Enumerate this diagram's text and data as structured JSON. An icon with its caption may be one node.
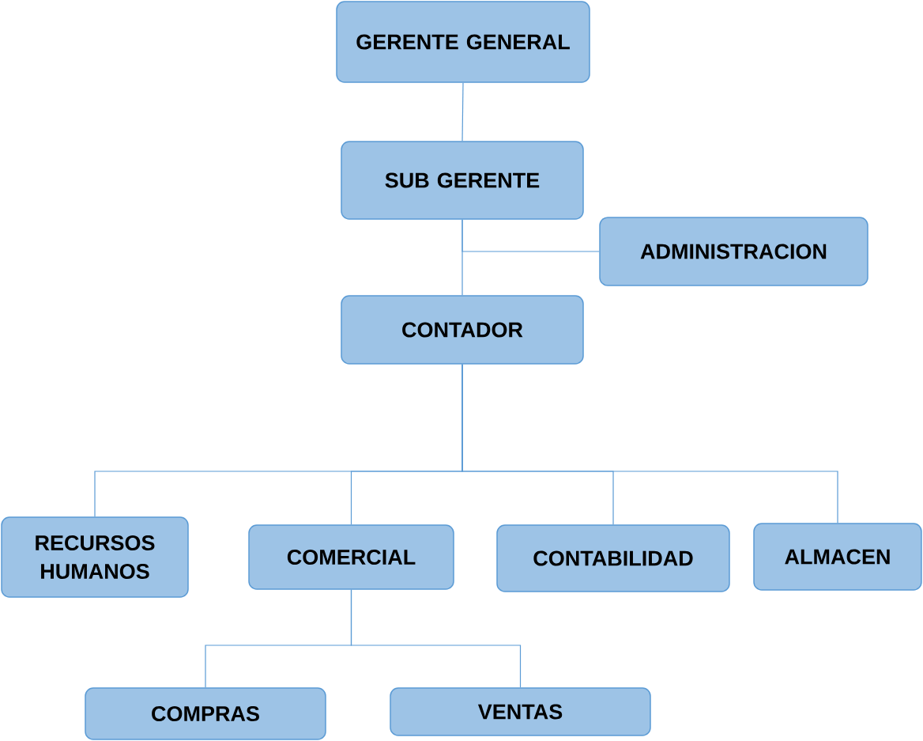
{
  "diagram": {
    "nodes": [
      {
        "text": [
          "GERENTE GENERAL"
        ]
      },
      {
        "text": [
          "SUB GERENTE"
        ]
      },
      {
        "text": [
          "ADMINISTRACION"
        ]
      },
      {
        "text": [
          "CONTADOR"
        ]
      },
      {
        "text": [
          "RECURSOS HUMANOS"
        ]
      },
      {
        "text": [
          "COMERCIAL"
        ]
      },
      {
        "text": [
          "CONTABILIDAD"
        ]
      },
      {
        "text": [
          "ALMACEN"
        ]
      },
      {
        "text": [
          "COMPRAS"
        ]
      },
      {
        "text": [
          "VENTAS"
        ]
      }
    ],
    "edges": [
      {
        "from": 0,
        "to": 1,
        "arrow": "none"
      },
      {
        "from": 1,
        "to": 3,
        "arrow": "none"
      },
      {
        "from": 1,
        "to": 2,
        "arrow": "none"
      },
      {
        "from": 3,
        "to": 4,
        "arrow": "none"
      },
      {
        "from": 3,
        "to": 5,
        "arrow": "none"
      },
      {
        "from": 3,
        "to": 6,
        "arrow": "none"
      },
      {
        "from": 3,
        "to": 7,
        "arrow": "none"
      },
      {
        "from": 5,
        "to": 8,
        "arrow": "none"
      },
      {
        "from": 5,
        "to": 9,
        "arrow": "none"
      }
    ]
  }
}
